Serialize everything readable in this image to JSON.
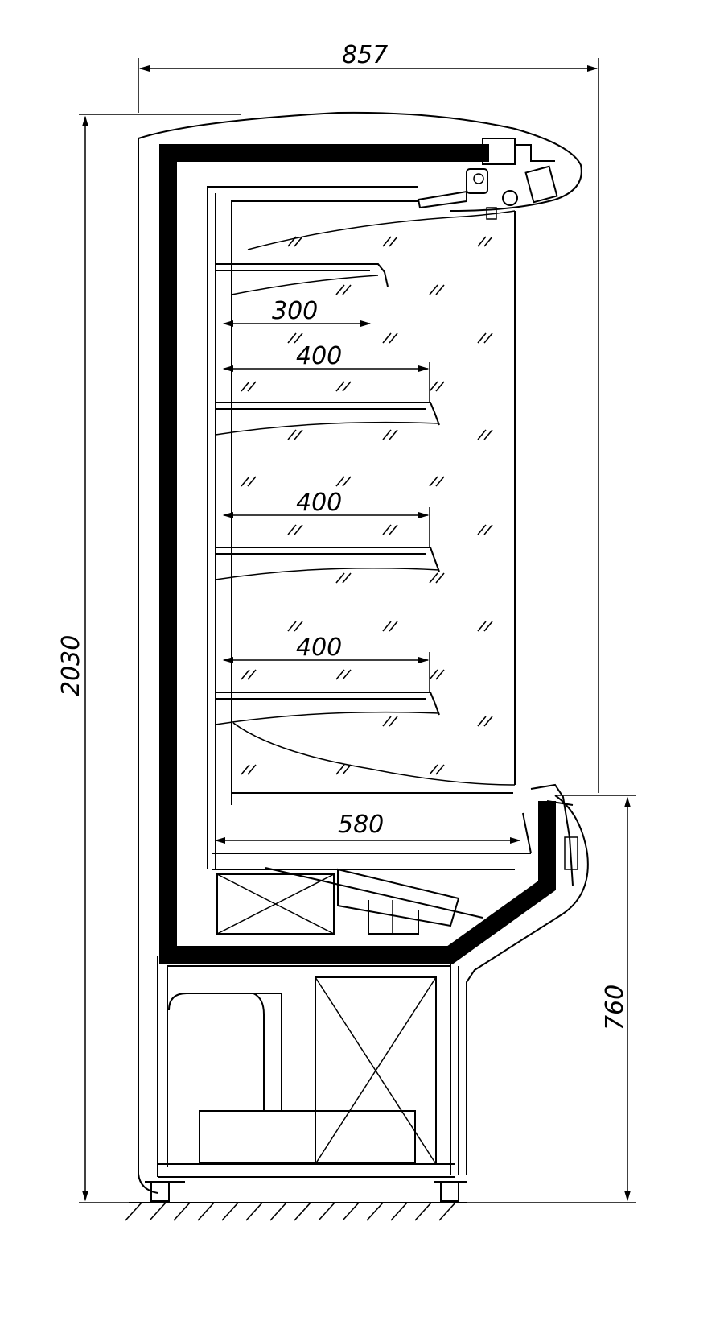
{
  "dimensions": {
    "overall_width": "857",
    "overall_height": "2030",
    "base_height": "760",
    "shelf_1_depth": "300",
    "shelf_2_depth": "400",
    "shelf_3_depth": "400",
    "shelf_4_depth": "400",
    "bottom_deck_depth": "580"
  }
}
